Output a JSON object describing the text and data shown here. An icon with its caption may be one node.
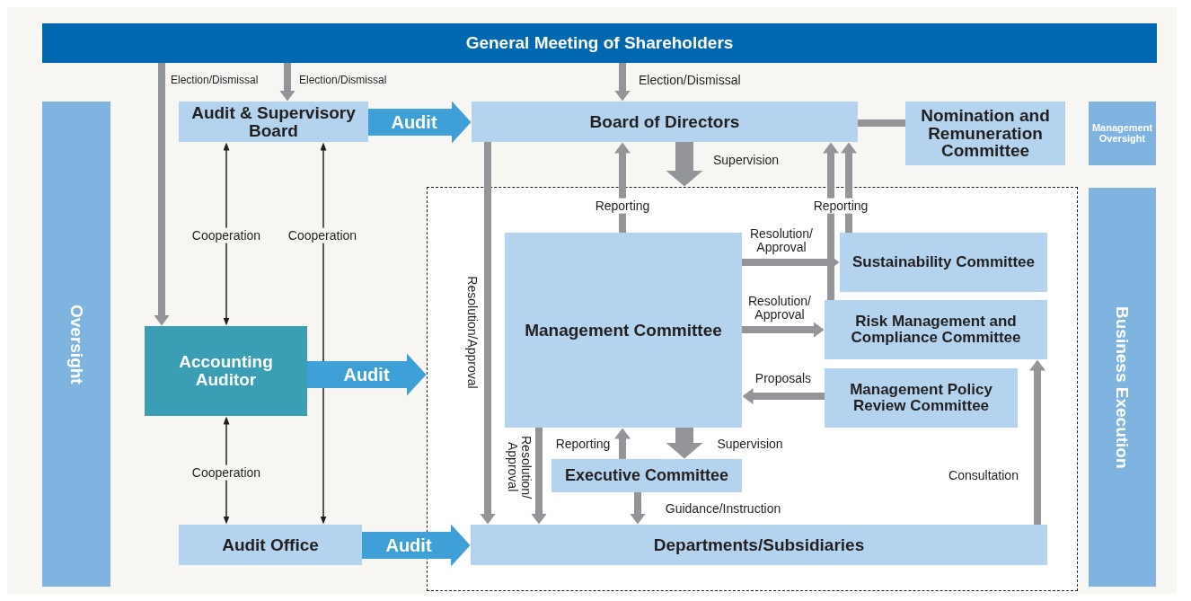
{
  "diagram": {
    "nodes": [
      {
        "text": [
          "General Meeting of Shareholders"
        ]
      },
      {
        "text": [
          "Oversight"
        ]
      },
      {
        "text": [
          "Audit & Supervisory Board"
        ]
      },
      {
        "text": [
          "Board of Directors"
        ]
      },
      {
        "text": [
          "Nomination and Remuneration Committee"
        ]
      },
      {
        "text": [
          "Management Oversight"
        ]
      },
      {
        "text": [
          "Business Execution"
        ]
      },
      {
        "text": [],
        "shape": "box"
      },
      {
        "text": [
          "Accounting Auditor"
        ]
      },
      {
        "text": [
          "Management Committee"
        ],
        "in": 7
      },
      {
        "text": [
          "Sustainability Committee"
        ],
        "in": 7
      },
      {
        "text": [
          "Risk Management and Compliance Committee"
        ],
        "in": 7
      },
      {
        "text": [
          "Management Policy Review Committee"
        ],
        "in": 7
      },
      {
        "text": [
          "Executive Committee"
        ],
        "in": 7
      },
      {
        "text": [
          "Audit Office"
        ]
      },
      {
        "text": [
          "Departments/Subsidiaries"
        ],
        "in": 7
      }
    ],
    "edges": [
      {
        "from": 0,
        "to": 8,
        "arrow": "to",
        "label": "Election/Dismissal"
      },
      {
        "from": 0,
        "to": 2,
        "arrow": "to",
        "label": "Election/Dismissal"
      },
      {
        "from": 0,
        "to": 3,
        "arrow": "to",
        "label": "Election/Dismissal"
      },
      {
        "from": 2,
        "to": 3,
        "arrow": "to",
        "label": "Audit",
        "style": "thick",
        "color": "#3fa0d8"
      },
      {
        "from": 3,
        "to": 4,
        "arrow": "none"
      },
      {
        "from": 3,
        "to": 7,
        "arrow": "to",
        "label": "Supervision",
        "style": "thick"
      },
      {
        "from": 9,
        "to": 3,
        "arrow": "to",
        "label": "Reporting"
      },
      {
        "from": 10,
        "to": 3,
        "arrow": "to",
        "label": "Reporting"
      },
      {
        "from": 11,
        "to": 3,
        "arrow": "to"
      },
      {
        "from": 9,
        "to": 10,
        "arrow": "to",
        "label": "Resolution/ Approval"
      },
      {
        "from": 9,
        "to": 11,
        "arrow": "to",
        "label": "Resolution/ Approval"
      },
      {
        "from": 12,
        "to": 9,
        "arrow": "to",
        "label": "Proposals"
      },
      {
        "from": 3,
        "to": 15,
        "arrow": "to",
        "label": "Resolution/Approval"
      },
      {
        "from": 9,
        "to": 15,
        "arrow": "to",
        "label": "Resolution/ Approval"
      },
      {
        "from": 13,
        "to": 9,
        "arrow": "to",
        "label": "Reporting"
      },
      {
        "from": 9,
        "to": 13,
        "arrow": "to",
        "label": "Supervision",
        "style": "thick"
      },
      {
        "from": 13,
        "to": 15,
        "arrow": "to",
        "label": "Guidance/Instruction"
      },
      {
        "from": 15,
        "to": 11,
        "arrow": "to",
        "label": "Consultation"
      },
      {
        "from": 8,
        "to": 2,
        "arrow": "both",
        "label": "Cooperation",
        "color": "#231f20"
      },
      {
        "from": 14,
        "to": 2,
        "arrow": "both",
        "label": "Cooperation",
        "color": "#231f20"
      },
      {
        "from": 8,
        "to": 14,
        "arrow": "both",
        "label": "Cooperation",
        "color": "#231f20"
      },
      {
        "from": 8,
        "to": 7,
        "arrow": "to",
        "label": "Audit",
        "style": "thick",
        "color": "#3fa0d8"
      },
      {
        "from": 14,
        "to": 15,
        "arrow": "to",
        "label": "Audit",
        "style": "thick",
        "color": "#3fa0d8"
      }
    ]
  }
}
